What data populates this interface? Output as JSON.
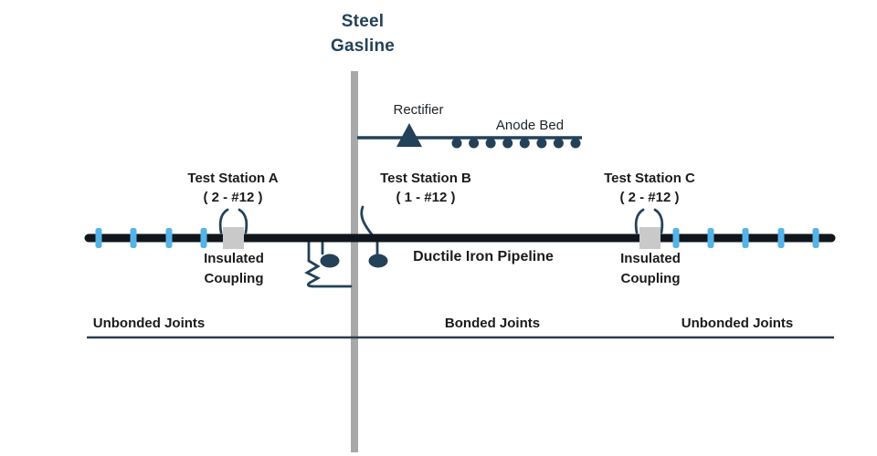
{
  "title": {
    "line1": "Steel",
    "line2": "Gasline"
  },
  "labels": {
    "rectifier": "Rectifier",
    "anode_bed": "Anode Bed",
    "pipeline": "Ductile Iron Pipeline",
    "insulated_coupling": {
      "line1": "Insulated",
      "line2": "Coupling"
    }
  },
  "test_stations": [
    {
      "name": "Test Station A",
      "leads": "( 2 - #12 )"
    },
    {
      "name": "Test Station B",
      "leads": "( 1 - #12 )"
    },
    {
      "name": "Test Station C",
      "leads": "( 2 - #12 )"
    }
  ],
  "sections": [
    {
      "label": "Unbonded Joints"
    },
    {
      "label": "Bonded Joints"
    },
    {
      "label": "Unbonded Joints"
    }
  ],
  "colors": {
    "navy": "#234259",
    "pipeline": "#10161c",
    "joint_tick": "#56b3e8",
    "coupling": "#c9c9c9",
    "gasline": "#a8a8a8",
    "divider": "#2c3e50",
    "title_text": "#234259",
    "label_text": "#1b1b1b"
  }
}
